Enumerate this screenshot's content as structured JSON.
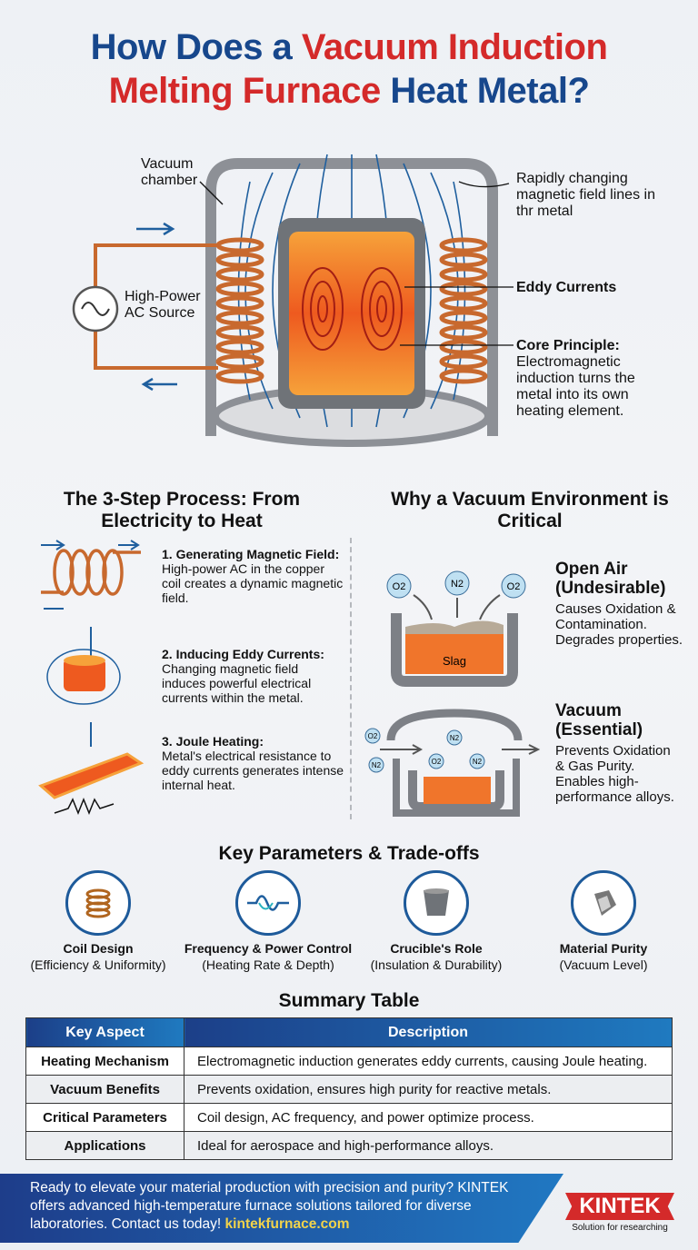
{
  "title": {
    "line1_a": "How Does a ",
    "line1_b": "Vacuum Induction",
    "line2_a": "Melting Furnace ",
    "line2_b": "Heat Metal?"
  },
  "diagram": {
    "vacuum_chamber": "Vacuum chamber",
    "field_lines": "Rapidly changing magnetic field lines in thr metal",
    "ac_source": "High-Power AC Source",
    "eddy_currents": "Eddy Currents",
    "core_principle_title": "Core Principle:",
    "core_principle_text": "Electromagnetic induction turns the metal into its own heating element."
  },
  "process": {
    "heading": "The 3-Step Process: From Electricity to Heat",
    "steps": [
      {
        "title": "1. Generating Magnetic Field:",
        "text": "High-power AC in the copper coil creates a dynamic magnetic field."
      },
      {
        "title": "2. Inducing Eddy Currents:",
        "text": "Changing magnetic field induces powerful electrical currents within the metal."
      },
      {
        "title": "3. Joule Heating:",
        "text": "Metal's electrical resistance to eddy currents generates intense internal heat."
      }
    ]
  },
  "vacuum": {
    "heading": "Why a Vacuum Environment is Critical",
    "open_air": {
      "title": "Open Air (Undesirable)",
      "text": "Causes Oxidation & Contamination. Degrades properties.",
      "slag": "Slag",
      "gases": [
        "O2",
        "N2",
        "O2"
      ]
    },
    "vacuum": {
      "title": "Vacuum (Essential)",
      "text": "Prevents Oxidation & Gas Purity. Enables high-performance alloys.",
      "gases": [
        "O2",
        "N2",
        "O2",
        "N2",
        "N2"
      ]
    }
  },
  "parameters": {
    "heading": "Key Parameters & Trade-offs",
    "items": [
      {
        "title": "Coil Design",
        "sub": "(Efficiency & Uniformity)",
        "icon": "coil-icon"
      },
      {
        "title": "Frequency & Power Control",
        "sub": "(Heating Rate & Depth)",
        "icon": "waveform-icon"
      },
      {
        "title": "Crucible's Role",
        "sub": "(Insulation & Durability)",
        "icon": "crucible-icon"
      },
      {
        "title": "Material Purity",
        "sub": "(Vacuum Level)",
        "icon": "material-icon"
      }
    ]
  },
  "table": {
    "heading": "Summary Table",
    "columns": [
      "Key Aspect",
      "Description"
    ],
    "rows": [
      [
        "Heating Mechanism",
        "Electromagnetic induction generates eddy currents, causing Joule heating."
      ],
      [
        "Vacuum Benefits",
        "Prevents oxidation, ensures high purity for reactive metals."
      ],
      [
        "Critical Parameters",
        "Coil design, AC frequency, and power optimize process."
      ],
      [
        "Applications",
        "Ideal for aerospace and high-performance alloys."
      ]
    ]
  },
  "footer": {
    "text": "Ready to elevate your material production with precision and purity? KINTEK offers advanced high-temperature furnace solutions tailored for diverse laboratories. Contact us today! ",
    "link": "kintekfurnace.com",
    "logo": "KINTEK",
    "tagline": "Solution for researching"
  },
  "colors": {
    "blue": "#17478c",
    "red": "#d42a2a",
    "copper": "#c8692e",
    "field": "#1f5f9e"
  }
}
